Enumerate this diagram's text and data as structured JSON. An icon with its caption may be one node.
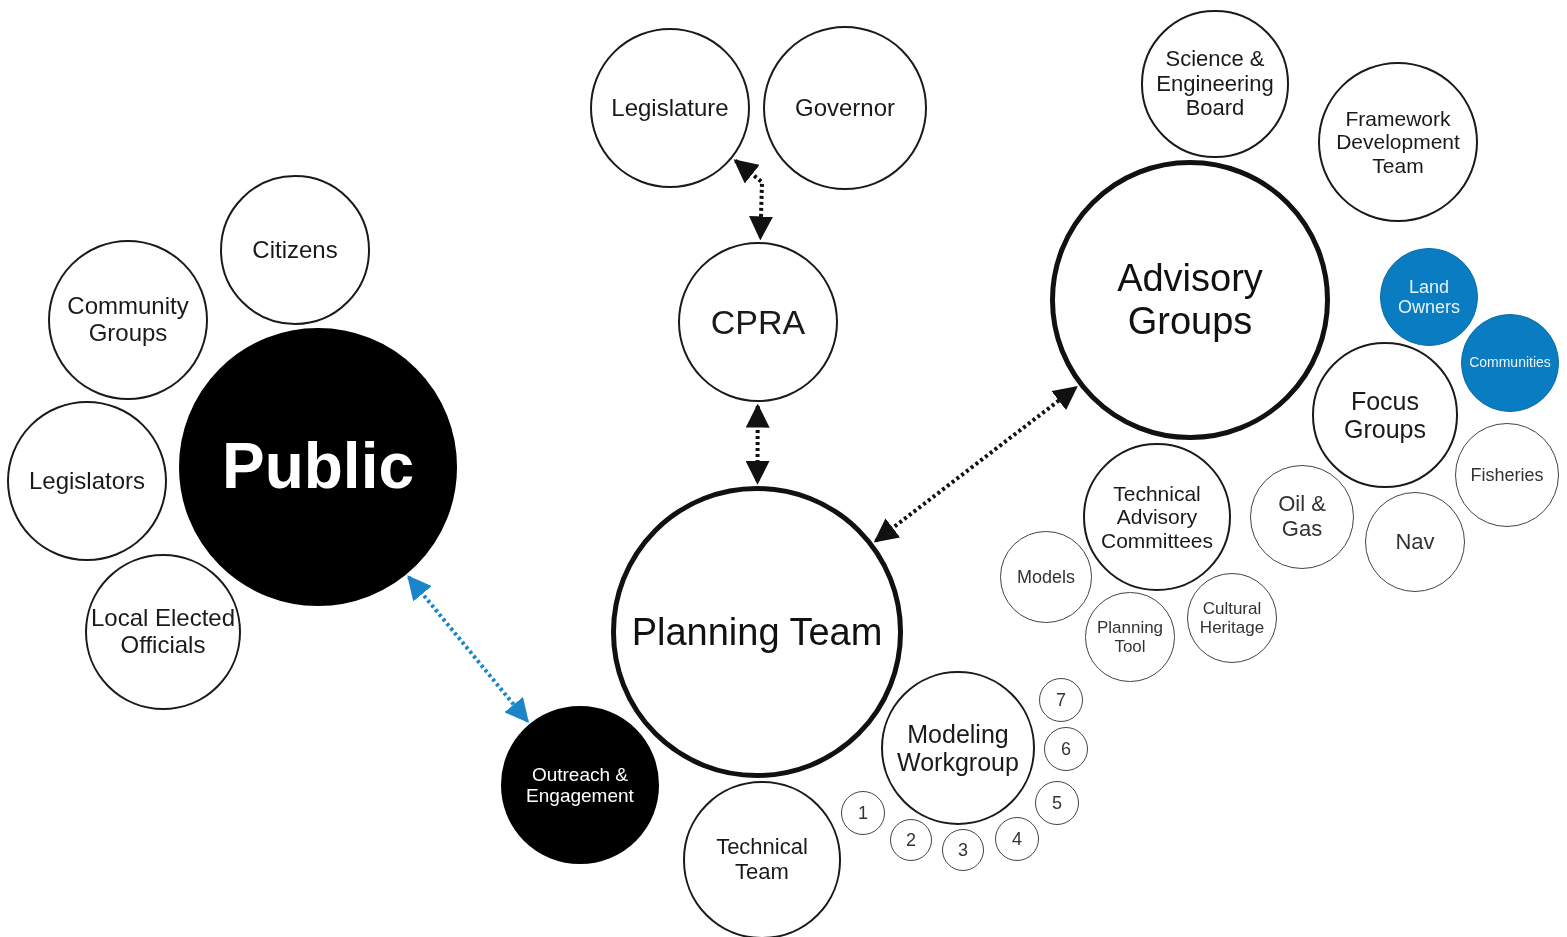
{
  "diagram": {
    "nodes": [
      {
        "text": [
          "Legislature"
        ]
      },
      {
        "text": [
          "Governor"
        ]
      },
      {
        "text": [
          "CPRA"
        ]
      },
      {
        "text": [
          "Citizens"
        ]
      },
      {
        "text": [
          "Community Groups"
        ]
      },
      {
        "text": [
          "Legislators"
        ]
      },
      {
        "text": [
          "Public"
        ]
      },
      {
        "text": [
          "Local Elected Officials"
        ]
      },
      {
        "text": [
          "Science & Engineering Board"
        ]
      },
      {
        "text": [
          "Framework Development Team"
        ]
      },
      {
        "text": [
          "Advisory Groups"
        ]
      },
      {
        "text": [
          "Land Owners"
        ]
      },
      {
        "text": [
          "Communities"
        ]
      },
      {
        "text": [
          "Focus Groups"
        ]
      },
      {
        "text": [
          "Fisheries"
        ]
      },
      {
        "text": [
          "Technical Advisory Committees"
        ]
      },
      {
        "text": [
          "Oil & Gas"
        ]
      },
      {
        "text": [
          "Nav"
        ]
      },
      {
        "text": [
          "Models"
        ]
      },
      {
        "text": [
          "Planning Tool"
        ]
      },
      {
        "text": [
          "Cultural Heritage"
        ]
      },
      {
        "text": [
          "Planning Team"
        ]
      },
      {
        "text": [
          "Outreach & Engagement"
        ]
      },
      {
        "text": [
          "Technical Team"
        ]
      },
      {
        "text": [
          "Modeling Workgroup"
        ]
      },
      {
        "text": [
          "1"
        ]
      },
      {
        "text": [
          "2"
        ]
      },
      {
        "text": [
          "3"
        ]
      },
      {
        "text": [
          "4"
        ]
      },
      {
        "text": [
          "5"
        ]
      },
      {
        "text": [
          "6"
        ]
      },
      {
        "text": [
          "7"
        ]
      }
    ],
    "edges": [
      {
        "from": 0,
        "to": 2,
        "arrow": "both",
        "style": "dashed"
      },
      {
        "from": 2,
        "to": 21,
        "arrow": "both",
        "style": "dashed"
      },
      {
        "from": 21,
        "to": 10,
        "arrow": "both",
        "style": "dashed"
      },
      {
        "from": 6,
        "to": 22,
        "arrow": "both",
        "style": "dashed",
        "color": "#1a85c8"
      }
    ]
  }
}
